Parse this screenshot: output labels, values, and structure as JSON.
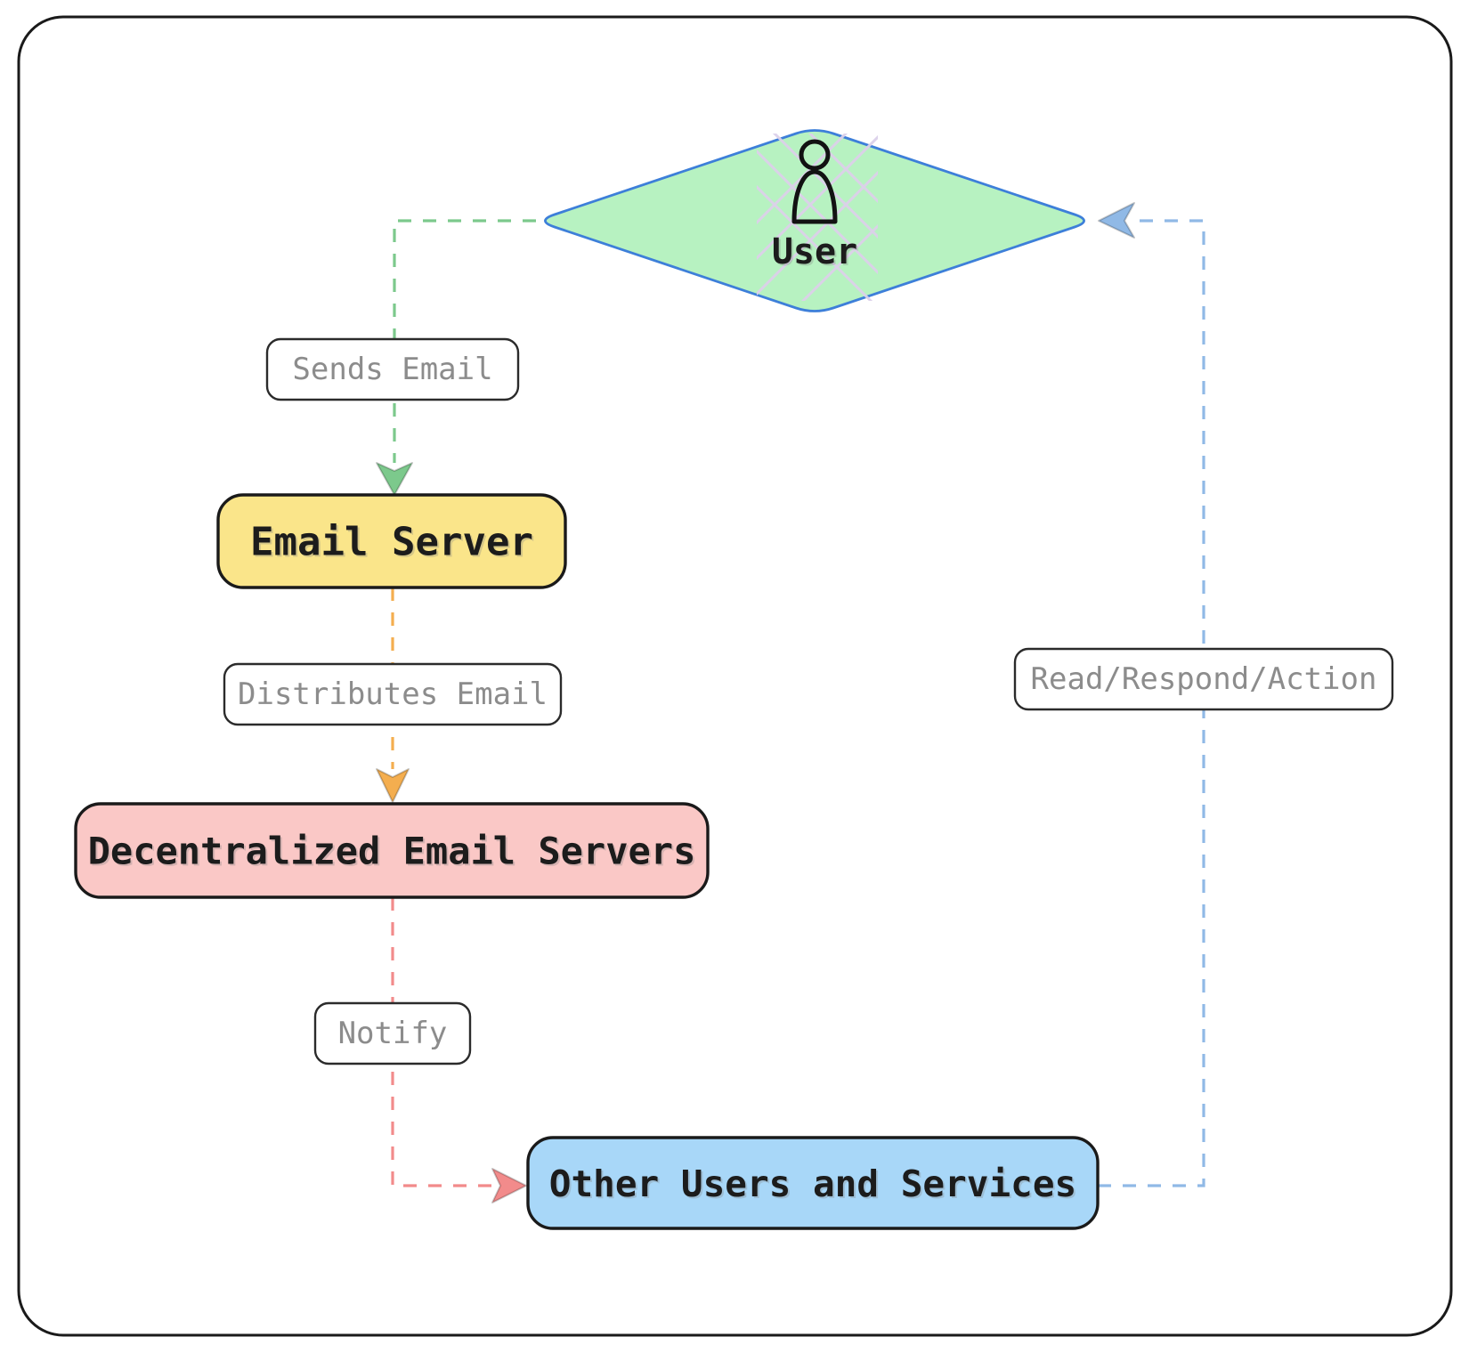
{
  "diagram": {
    "nodes": {
      "user": {
        "label": "User",
        "fill": "#b7f2c1",
        "stroke": "#3d7fd9"
      },
      "email_server": {
        "label": "Email Server",
        "fill": "#fae58a",
        "stroke": "#1a1a1a"
      },
      "decentralized_servers": {
        "label": "Decentralized Email Servers",
        "fill": "#fac8c6",
        "stroke": "#1a1a1a"
      },
      "other_users_services": {
        "label": "Other Users and Services",
        "fill": "#a8d7f8",
        "stroke": "#1a1a1a"
      }
    },
    "edges": {
      "sends_email": {
        "label": "Sends Email",
        "color": "#7cc98c"
      },
      "distributes_email": {
        "label": "Distributes Email",
        "color": "#f4ae4f"
      },
      "notify": {
        "label": "Notify",
        "color": "#f28b8b"
      },
      "read_respond_action": {
        "label": "Read/Respond/Action",
        "color": "#90b9e6"
      }
    },
    "border_color": "#1a1a1a",
    "edge_label_text_color": "#8c8c8c",
    "node_label_text_color": "#1c1c1c"
  }
}
